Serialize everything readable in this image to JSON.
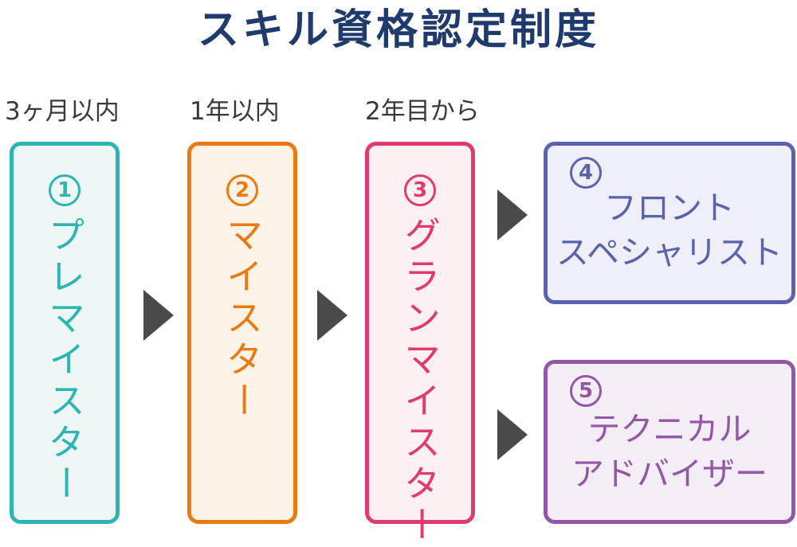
{
  "title": "スキル資格認定制度",
  "periods": [
    "3ヶ月以内",
    "1年以内",
    "2年目から"
  ],
  "steps": [
    {
      "number": "1",
      "name": "プレマイスター",
      "color": "#2cb5b2"
    },
    {
      "number": "2",
      "name": "マイスター",
      "color": "#ec7a12"
    },
    {
      "number": "3",
      "name": "グランマイスター",
      "color": "#e03a70"
    },
    {
      "number": "4",
      "name_lines": [
        "フロント",
        "スペシャリスト"
      ],
      "color": "#5a63ab"
    },
    {
      "number": "5",
      "name_lines": [
        "テクニカル",
        "アドバイザー"
      ],
      "color": "#9456a6"
    }
  ],
  "arrow_color": "#4a4a4a",
  "title_color": "#1f3a6d"
}
